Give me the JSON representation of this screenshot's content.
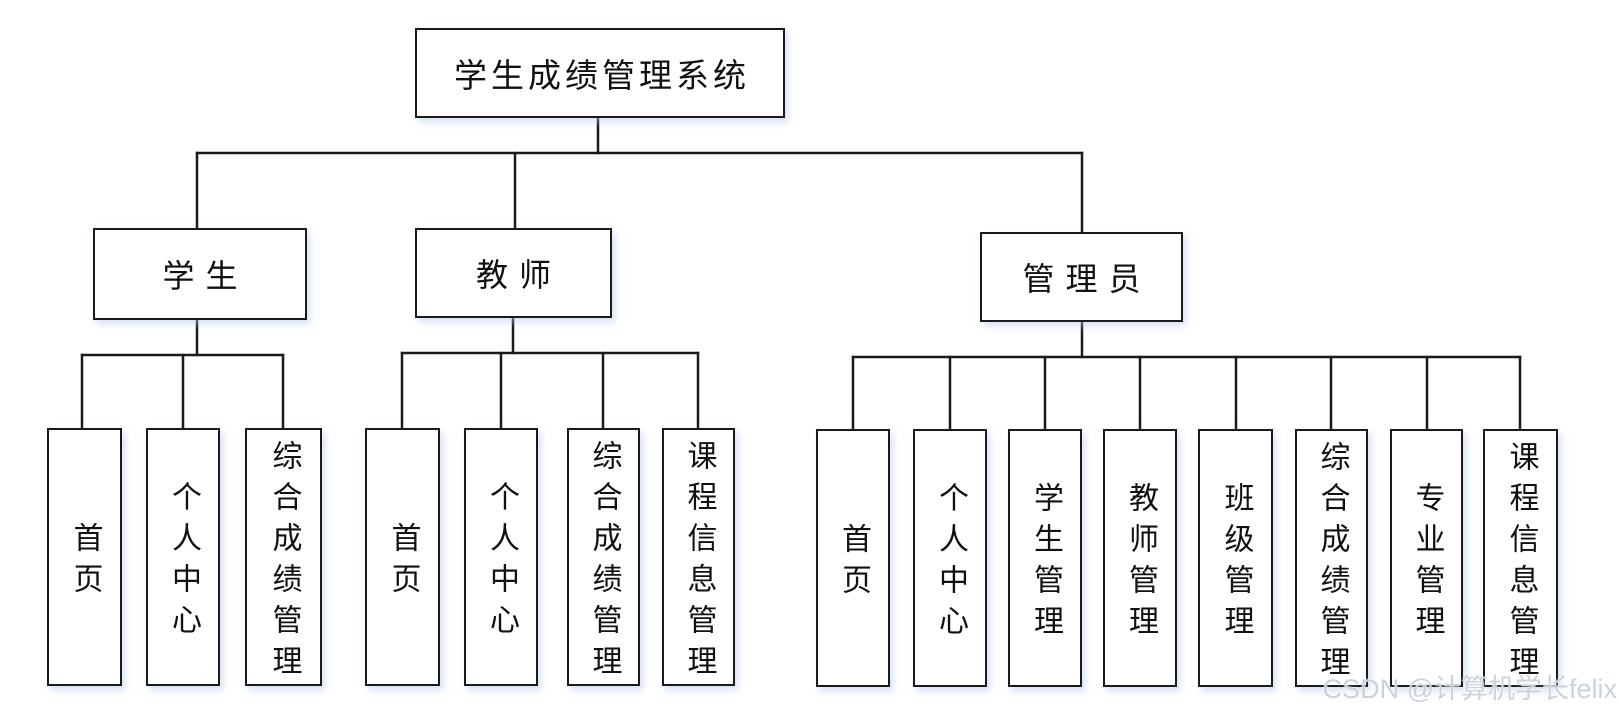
{
  "diagram": {
    "root": {
      "label": "学生成绩管理系统"
    },
    "branches": [
      {
        "label": "学生",
        "children": [
          "首页",
          "个人中心",
          "综合成绩管理"
        ]
      },
      {
        "label": "教师",
        "children": [
          "首页",
          "个人中心",
          "综合成绩管理",
          "课程信息管理"
        ]
      },
      {
        "label": "管理员",
        "children": [
          "首页",
          "个人中心",
          "学生管理",
          "教师管理",
          "班级管理",
          "综合成绩管理",
          "专业管理",
          "课程信息管理"
        ]
      }
    ]
  },
  "watermark": {
    "text": "CSDN @计算机学长felix"
  },
  "colors": {
    "line": "#1a1a1a",
    "box_border": "#1a1a1a",
    "box_background": "#ffffff",
    "text": "#111111",
    "watermark_text": "#cbd2dc",
    "box_glow": "#b4c8e8"
  }
}
